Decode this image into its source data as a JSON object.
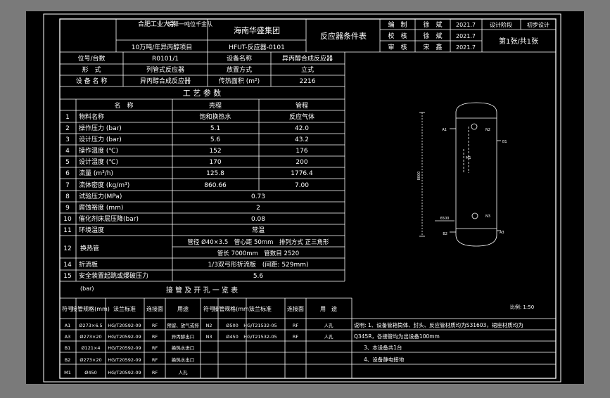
{
  "title_block": {
    "school": "合肥工业大学",
    "design_team": "皖驿一吨位千金队",
    "project": "10万吨/年异丙醇项目",
    "company": "海南华盛集团",
    "drawing_no": "HFUT-反应器-0101",
    "sheet_title": "反应器条件表",
    "roles": [
      {
        "role": "编　制",
        "name": "徐　斌",
        "date": "2021.7"
      },
      {
        "role": "校　核",
        "name": "徐　斌",
        "date": "2021.7"
      },
      {
        "role": "审　核",
        "name": "宋　鑫",
        "date": "2021.7"
      }
    ],
    "stage_label": "设计阶段",
    "stage_value": "初步设计",
    "sheet_no": "第1张/共1张"
  },
  "header_info": [
    {
      "label": "位号/台数",
      "value": "R0101/1",
      "label2": "设备名称",
      "value2": "异丙醇合成反应器"
    },
    {
      "label": "形　式",
      "value": "列管式反应器",
      "label2": "放置方式",
      "value2": "立式"
    },
    {
      "label": "设 备 名 称",
      "value": "异丙醇合成反应器",
      "label2": "传热面积 (m²)",
      "value2": "2216"
    }
  ],
  "process": {
    "title": "工 艺 参 数",
    "col_name": "名　称",
    "col_shell": "壳程",
    "col_tube": "管程",
    "rows": [
      {
        "no": "1",
        "name": "物料名称",
        "shell": "饱和换热水",
        "tube": "反应气体"
      },
      {
        "no": "2",
        "name": "操作压力 (bar)",
        "shell": "5.1",
        "tube": "42.0"
      },
      {
        "no": "3",
        "name": "设计压力 (bar)",
        "shell": "5.6",
        "tube": "43.2"
      },
      {
        "no": "4",
        "name": "操作温度 (℃)",
        "shell": "152",
        "tube": "176"
      },
      {
        "no": "5",
        "name": "设计温度 (℃)",
        "shell": "170",
        "tube": "200"
      },
      {
        "no": "6",
        "name": "流量 (m³/h)",
        "shell": "125.8",
        "tube": "1776.4"
      },
      {
        "no": "7",
        "name": "流体密度 (kg/m³)",
        "shell": "860.66",
        "tube": "7.00"
      }
    ],
    "rows_span": [
      {
        "no": "8",
        "name": "试验压力(MPa)",
        "value": "0.73"
      },
      {
        "no": "9",
        "name": "腐蚀裕度 (mm)",
        "value": "2"
      },
      {
        "no": "10",
        "name": "催化剂床层压降(bar)",
        "value": "0.08"
      },
      {
        "no": "11",
        "name": "环境温度",
        "value": "常温"
      }
    ],
    "tubes": {
      "no": "12",
      "name": "换热管",
      "line1": "管径 Ø40×3.5　管心距 50mm　排列方式 正三角形",
      "line2": "管长 7000mm　管数目 2520"
    },
    "rows_span2": [
      {
        "no": "14",
        "name": "折流板",
        "value": "1/3双弓形折流板　(间距: 529mm)"
      },
      {
        "no": "15",
        "name": "安全装置起跳或爆破压力",
        "value": "5.6"
      }
    ],
    "bar_unit": "(bar)"
  },
  "nozzles": {
    "title": "接 管 及 开 孔 一 览 表",
    "headers": [
      "符号",
      "接管规格(mm)",
      "法兰标准",
      "连接面",
      "用途",
      "符号",
      "接管规格(mm)",
      "法兰标准",
      "连接面",
      "用　途"
    ],
    "rows": [
      {
        "sym": "A1",
        "size": "Ø273×6.5",
        "std": "HG/T20592-09",
        "face": "RF",
        "use": "预留、放气或排",
        "sym2": "N2",
        "size2": "Ø500",
        "std2": "HG/T21532-05",
        "face2": "RF",
        "use2": "人孔"
      },
      {
        "sym": "A3",
        "size": "Ø273×20",
        "std": "HG/T20592-09",
        "face": "RF",
        "use": "异丙醇出口",
        "sym2": "N3",
        "size2": "Ø450",
        "std2": "HG/T21532-05",
        "face2": "RF",
        "use2": "人孔"
      },
      {
        "sym": "B1",
        "size": "Ø121×4",
        "std": "HG/T20592-09",
        "face": "RF",
        "use": "换热水进口",
        "sym2": "",
        "size2": "",
        "std2": "",
        "face2": "",
        "use2": ""
      },
      {
        "sym": "B2",
        "size": "Ø273×20",
        "std": "HG/T20592-09",
        "face": "RF",
        "use": "换热水出口",
        "sym2": "",
        "size2": "",
        "std2": "",
        "face2": "",
        "use2": ""
      },
      {
        "sym": "M1",
        "size": "Ø450",
        "std": "HG/T20592-09",
        "face": "RF",
        "use": "人孔",
        "sym2": "",
        "size2": "",
        "std2": "",
        "face2": "",
        "use2": ""
      }
    ]
  },
  "notes": [
    "说明: 1、设备管箱筒体、封头、反应管材质均为S31603，裙座材质均为",
    "Q345R，各接管均为出设备100mm",
    "3、本设备共1台",
    "4、设备静电接地"
  ],
  "drawing": {
    "scale": "比例: 1:50",
    "labels": [
      "A1",
      "A3",
      "B1",
      "B2",
      "N2",
      "N3",
      "M1"
    ],
    "dim_labels": [
      "6500",
      "8000"
    ]
  }
}
